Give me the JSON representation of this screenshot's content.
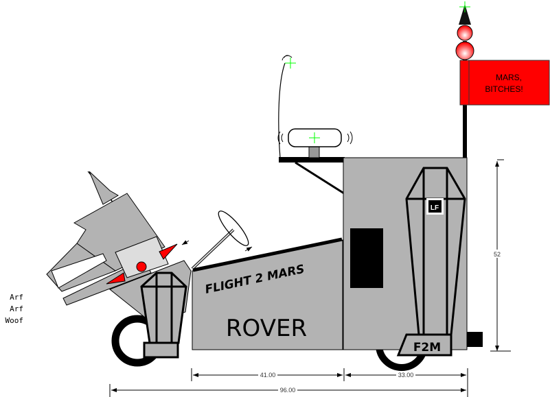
{
  "flag": {
    "line1": "MARS,",
    "line2": "BITCHES!"
  },
  "body": {
    "slogan": "FLIGHT 2 MARS",
    "name": "ROVER",
    "plate": "F2M",
    "emblem": "LF"
  },
  "dimensions": {
    "height": "52",
    "front_length": "41.00",
    "rear_length": "33.00",
    "total_length": "96.00"
  },
  "dog_speech": [
    "Arf",
    "Arf",
    "Woof"
  ],
  "colors": {
    "body": "#b3b3b3",
    "flag": "#ff0000",
    "marker": "#00ff00"
  }
}
